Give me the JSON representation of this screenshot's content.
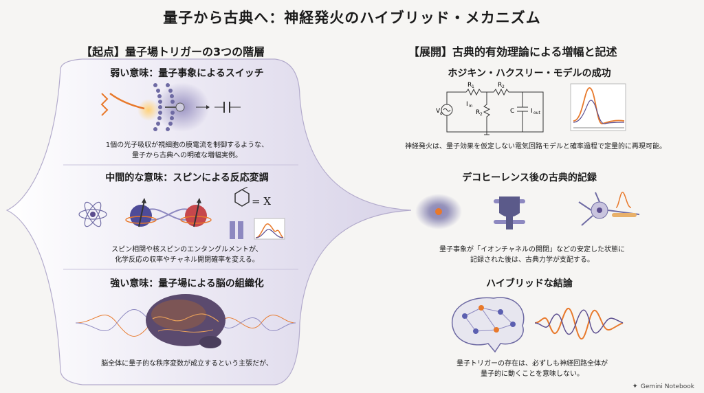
{
  "title": "量子から古典へ：神経発火のハイブリッド・メカニズム",
  "left": {
    "heading": "【起点】量子場トリガーの3つの階層",
    "weak": {
      "title": "弱い意味：量子事象によるスイッチ",
      "caption_line1": "1個の光子吸収が視細胞の膜電流を制御するような、",
      "caption_line2": "量子から古典への明確な増幅実例。"
    },
    "middle": {
      "title": "中間的な意味：スピンによる反応変調",
      "formula_label": "= X",
      "caption_line1": "スピン相関や核スピンのエンタングルメントが、",
      "caption_line2": "化学反応の収率やチャネル開閉確率を変える。"
    },
    "strong": {
      "title": "強い意味：量子場による脳の組織化",
      "caption_line1": "脳全体に量子的な秩序変数が成立するという主張だが、"
    }
  },
  "right": {
    "heading": "【展開】古典的有効理論による増幅と記述",
    "hh": {
      "title": "ホジキン・ハクスリー・モデルの成功",
      "caption": "神経発火は、量子効果を仮定しない電気回路モデルと確率過程で定量的に再現可能。",
      "labels": {
        "r1": "R",
        "r1_sub": "1",
        "r2": "R",
        "r2_sub": "2",
        "r2b": "R",
        "r2b_sub": "2",
        "iin": "I",
        "iin_sub": "in",
        "c": "C",
        "iout": "I",
        "iout_sub": "out",
        "v": "V",
        "v_sub": "o"
      }
    },
    "decoherence": {
      "title": "デコヒーレンス後の古典的記録",
      "caption_line1": "量子事象が「イオンチャネルの開閉」などの安定した状態に",
      "caption_line2": "記録された後は、古典力学が支配する。"
    },
    "hybrid": {
      "title": "ハイブリッドな結論",
      "caption_line1": "量子トリガーの存在は、必ずしも神経回路全体が",
      "caption_line2": "量子的に動くことを意味しない。"
    }
  },
  "footer": {
    "brand": "Gemini Notebook"
  },
  "colors": {
    "accent_orange": "#e8792b",
    "accent_purple": "#5b4d8e",
    "funnel_fill": "#ebe8f3",
    "funnel_stroke": "#b3abcc"
  }
}
